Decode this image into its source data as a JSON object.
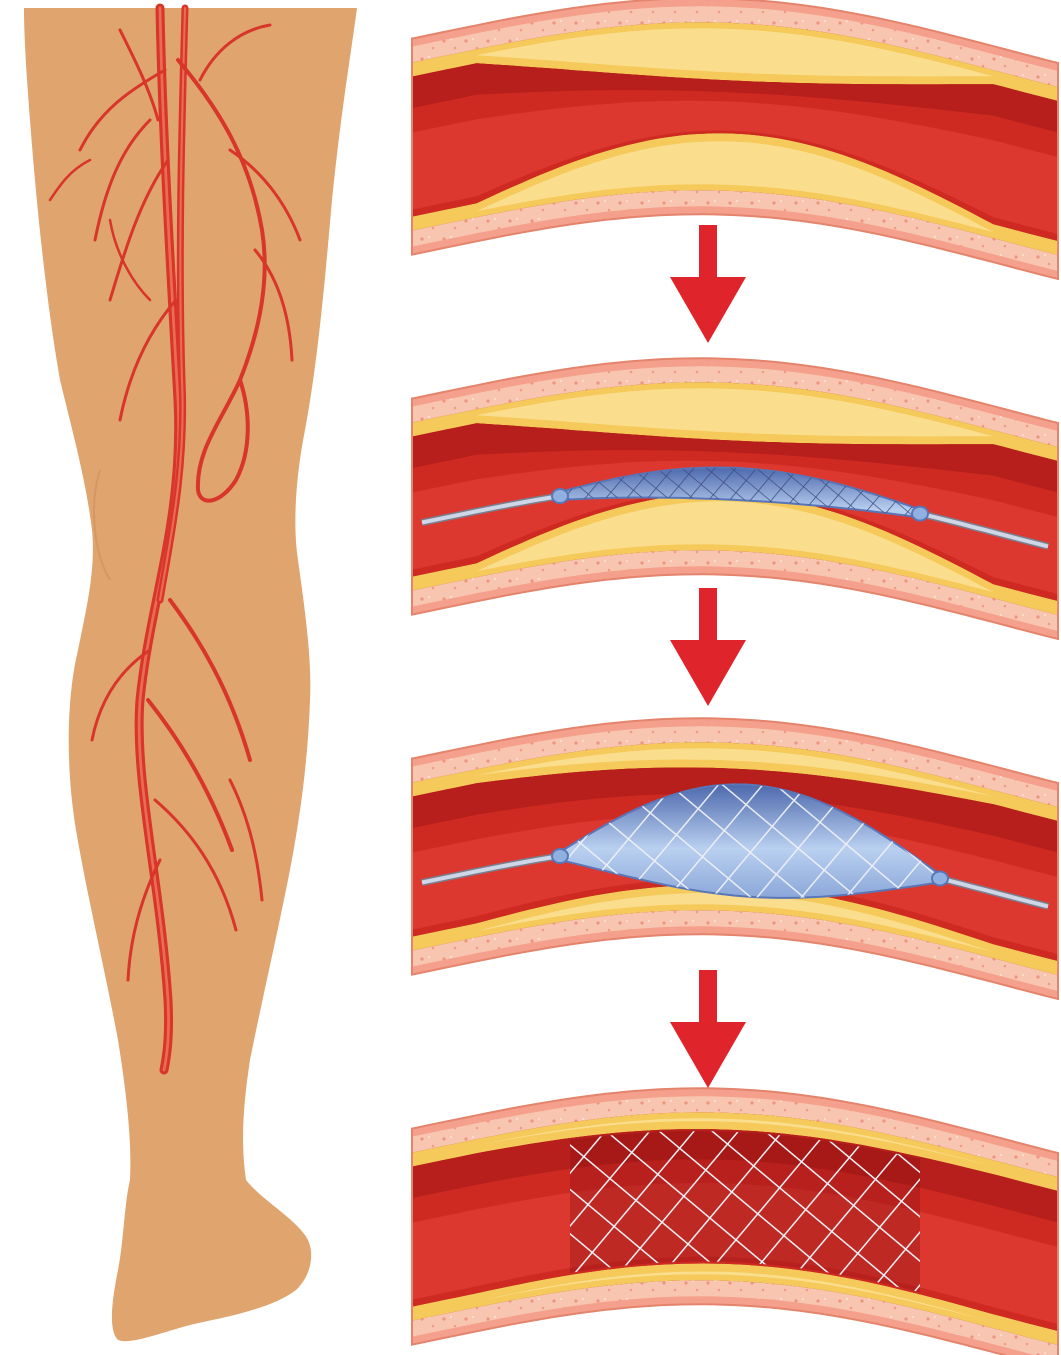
{
  "colors": {
    "background": "#ffffff",
    "skin": "#e0a46e",
    "artery": "#d8352b",
    "artery_highlight": "#f07a5c",
    "vessel_wall_outer": "#f4a08c",
    "vessel_wall_inner": "#f8c6b0",
    "plaque": "#f5c95a",
    "plaque_light": "#fbe39a",
    "blood_dark": "#9e1414",
    "blood": "#cf2a22",
    "blood_light": "#e8443a",
    "balloon": "#8fb0e0",
    "balloon_dark": "#5876b8",
    "stent_wire": "#e8e8f0",
    "catheter": "#cfd6e6",
    "arrow": "#e0242b"
  },
  "steps": [
    {
      "stage": "narrowed-artery-with-plaque",
      "lumen_opening": 0.25
    },
    {
      "stage": "catheter-with-deflated-balloon-and-stent",
      "lumen_opening": 0.25
    },
    {
      "stage": "balloon-inflated-expanding-stent",
      "lumen_opening": 0.8
    },
    {
      "stage": "stent-in-place-artery-open",
      "lumen_opening": 0.95
    }
  ],
  "icons": {
    "leg": "leg-with-arteries-icon",
    "arrow": "arrow-down-icon"
  }
}
